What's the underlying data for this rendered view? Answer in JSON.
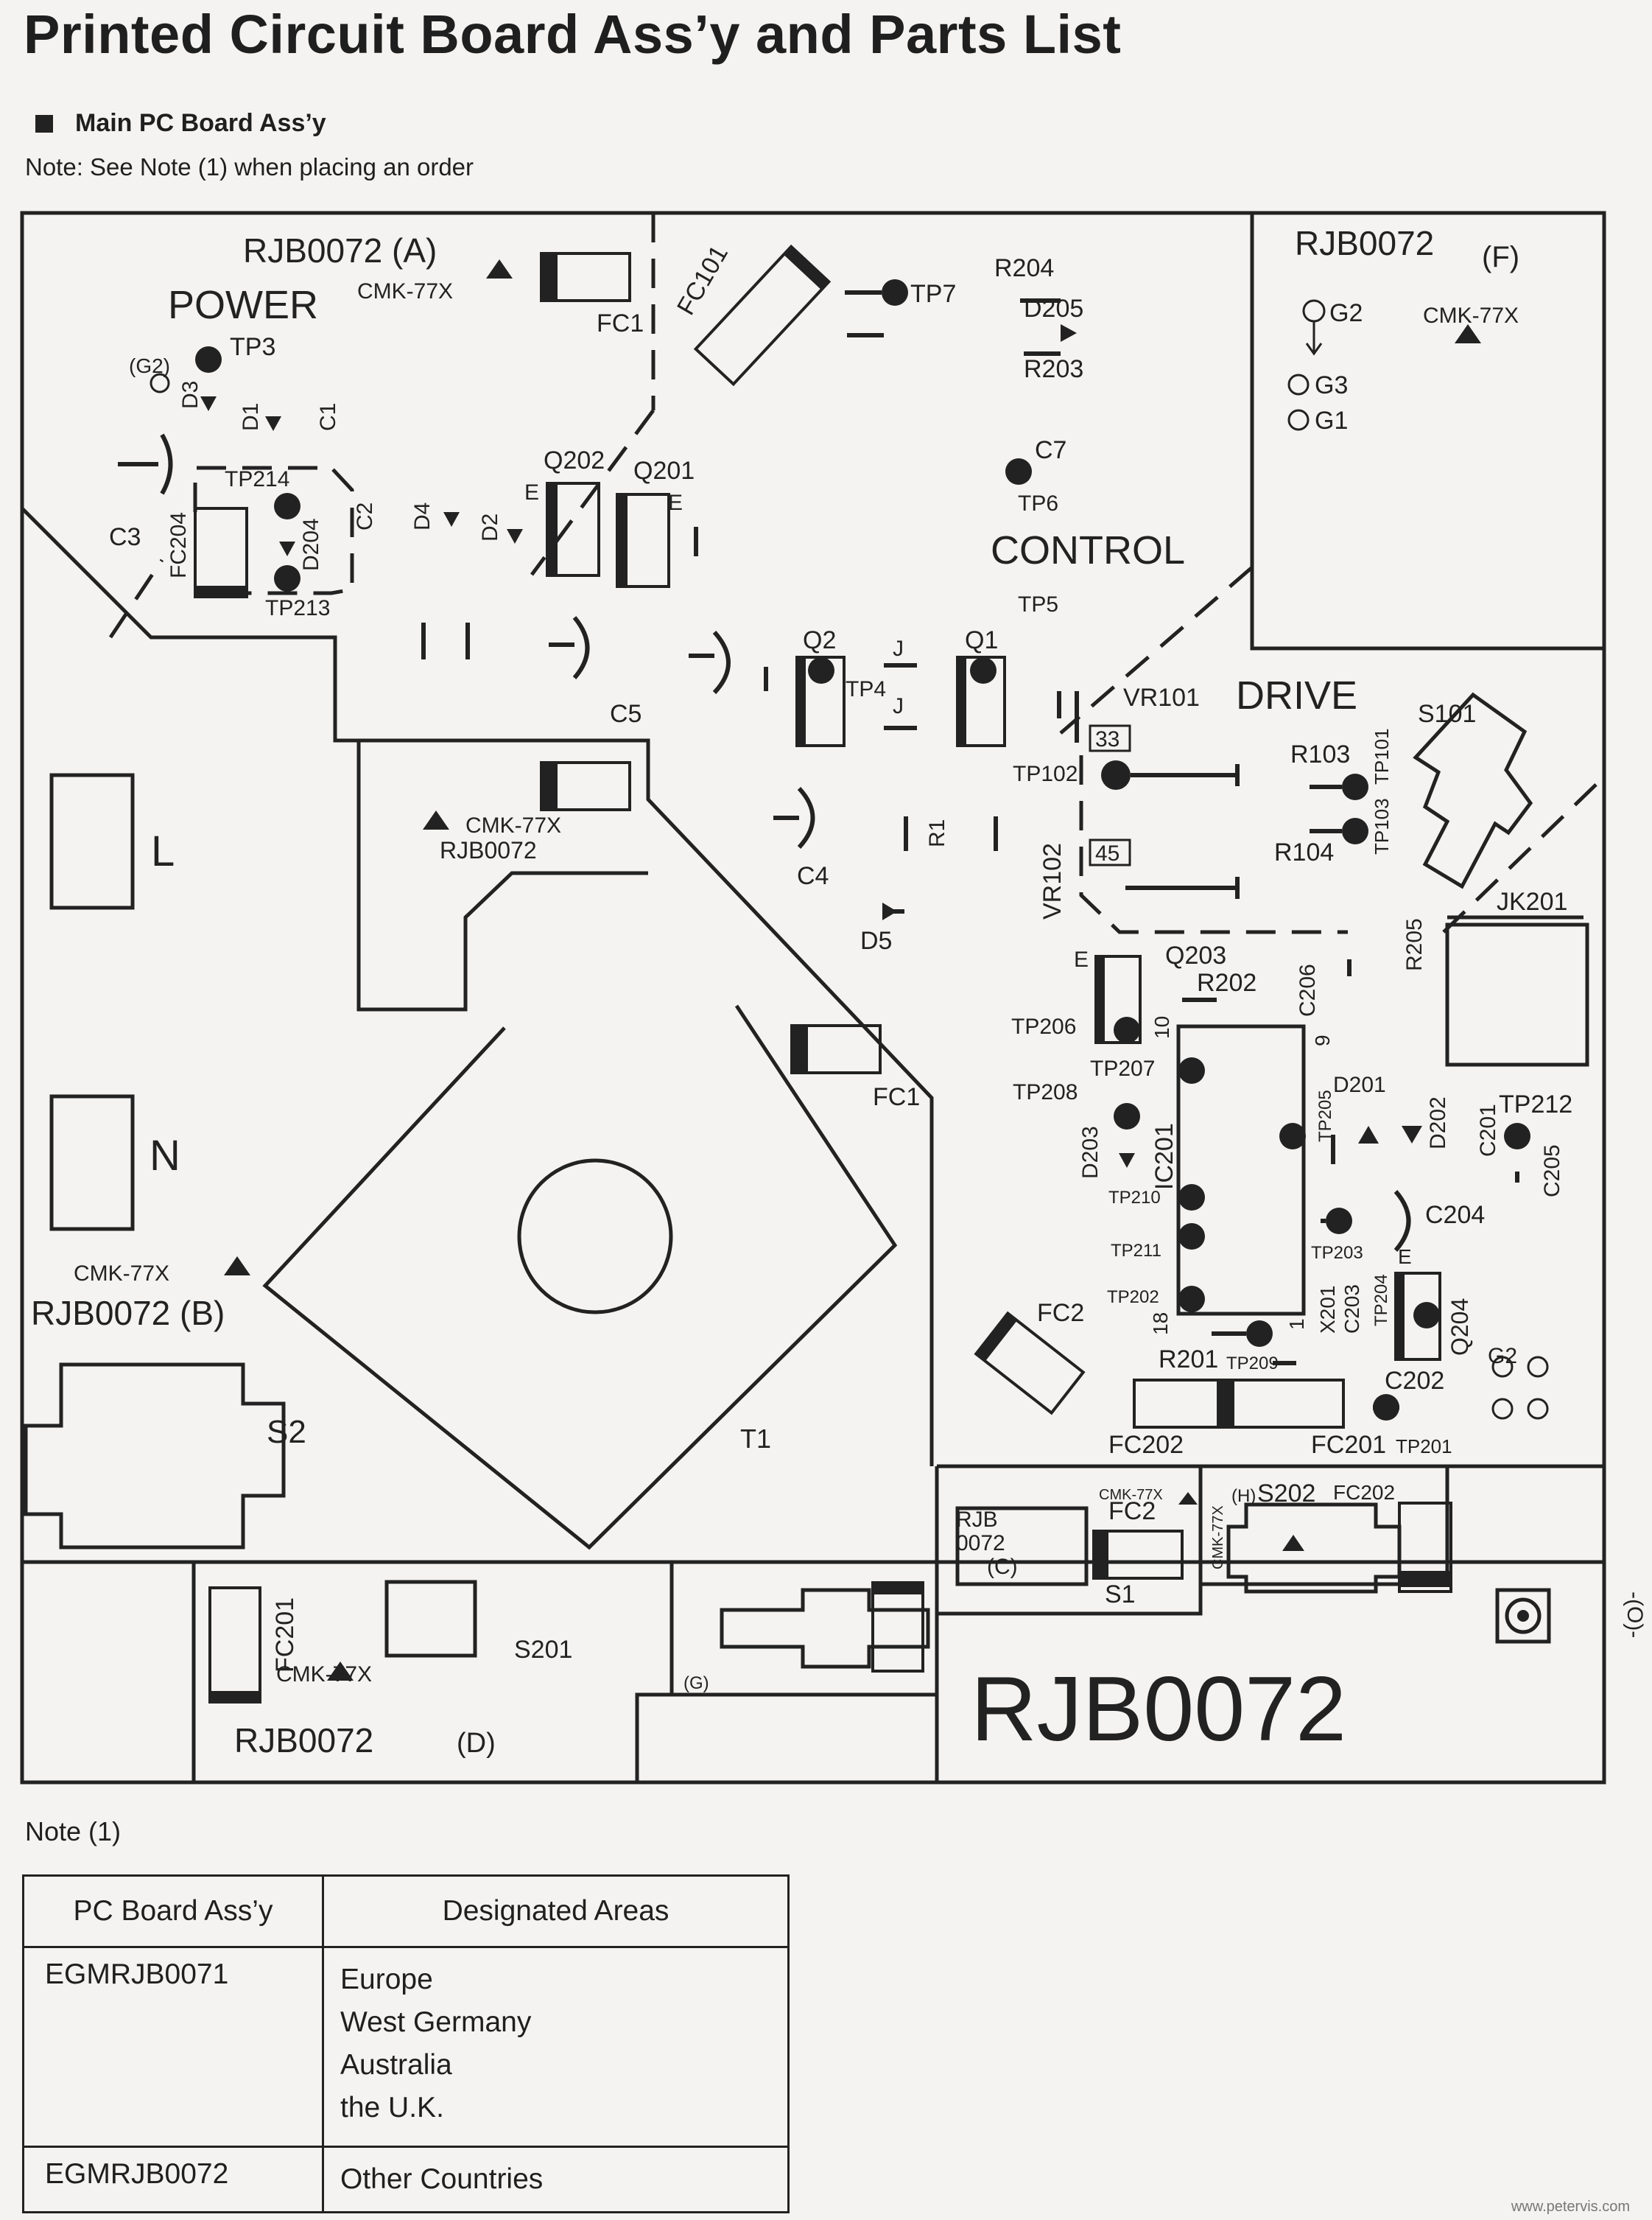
{
  "page": {
    "title": "Printed Circuit Board Ass’y and Parts List",
    "section": "Main PC Board Ass’y",
    "order_note": "Note: See Note (1) when placing an order",
    "note1_label": "Note (1)",
    "watermark": "www.petervis.com"
  },
  "board": {
    "sections": {
      "power": "POWER",
      "control": "CONTROL",
      "drive": "DRIVE",
      "l": "L",
      "n": "N"
    },
    "board_labels": {
      "a": "RJB0072 (A)",
      "f": "RJB0072",
      "f_suffix": "(F)",
      "b": "RJB0072 (B)",
      "d": "RJB0072",
      "d_suffix": "(D)",
      "c1": "RJB",
      "c2": "0072",
      "c3": "(C)",
      "mid1": "RJB0072",
      "big": "RJB0072",
      "g": "(G)",
      "h": "(H)",
      "cmk": "CMK-77X"
    },
    "labels": {
      "FC1_top": "FC1",
      "FC101": "FC101",
      "TP7": "TP7",
      "R204": "R204",
      "D205": "D205",
      "R203": "R203",
      "G2": "G2",
      "G3": "G3",
      "G1": "G1",
      "TP3": "TP3",
      "G2p": "(G2)",
      "D3": "D3",
      "D1": "D1",
      "C1": "C1",
      "Q202": "Q202",
      "Q201": "Q201",
      "E": "E",
      "J": "J",
      "TP214": "TP214",
      "C2": "C2",
      "D4": "D4",
      "D2": "D2",
      "C3": "C3",
      "FC204": "FC204",
      "D204": "D204",
      "TP213": "TP213",
      "C7": "C7",
      "TP6": "TP6",
      "TP5": "TP5",
      "Q2": "Q2",
      "Q1": "Q1",
      "TP4": "TP4",
      "C5": "C5",
      "VR101": "VR101",
      "S101": "S101",
      "TP102": "TP102",
      "R103": "R103",
      "TP101": "TP101",
      "TP103": "TP103",
      "R104": "R104",
      "v33": "33",
      "v45": "45",
      "VR102": "VR102",
      "R1": "R1",
      "C4": "C4",
      "D5": "D5",
      "JK201": "JK201",
      "R205": "R205",
      "Q203": "Q203",
      "R202": "R202",
      "C206": "C206",
      "TP206": "TP206",
      "n10": "10",
      "n9": "9",
      "TP207": "TP207",
      "TP208": "TP208",
      "D203": "D203",
      "IC201": "IC201",
      "TP205": "TP205",
      "D201": "D201",
      "D202": "D202",
      "C201": "C201",
      "TP212": "TP212",
      "C205": "C205",
      "TP210": "TP210",
      "C204": "C204",
      "TP211": "TP211",
      "TP203": "TP203",
      "TP202": "TP202",
      "n18": "18",
      "n1": "1",
      "X201": "X201",
      "C203": "C203",
      "TP204": "TP204",
      "Q204": "Q204",
      "FC2": "FC2",
      "TP209": "TP209",
      "R201": "R201",
      "C202": "C202",
      "FC202": "FC202",
      "FC201": "FC201",
      "TP201": "TP201",
      "FC1_mid": "FC1",
      "T1": "T1",
      "S2": "S2",
      "S201": "S201",
      "S1": "S1",
      "S202": "S202",
      "FC202b": "FC202",
      "FC2b": "FC2",
      "O": "-(O)-"
    }
  },
  "table": {
    "headers": [
      "PC Board Ass’y",
      "Designated Areas"
    ],
    "rows": [
      {
        "model": "EGMRJB0071",
        "areas": [
          "Europe",
          "West Germany",
          "Australia",
          "the U.K."
        ]
      },
      {
        "model": "EGMRJB0072",
        "areas": [
          "Other Countries"
        ]
      }
    ]
  }
}
